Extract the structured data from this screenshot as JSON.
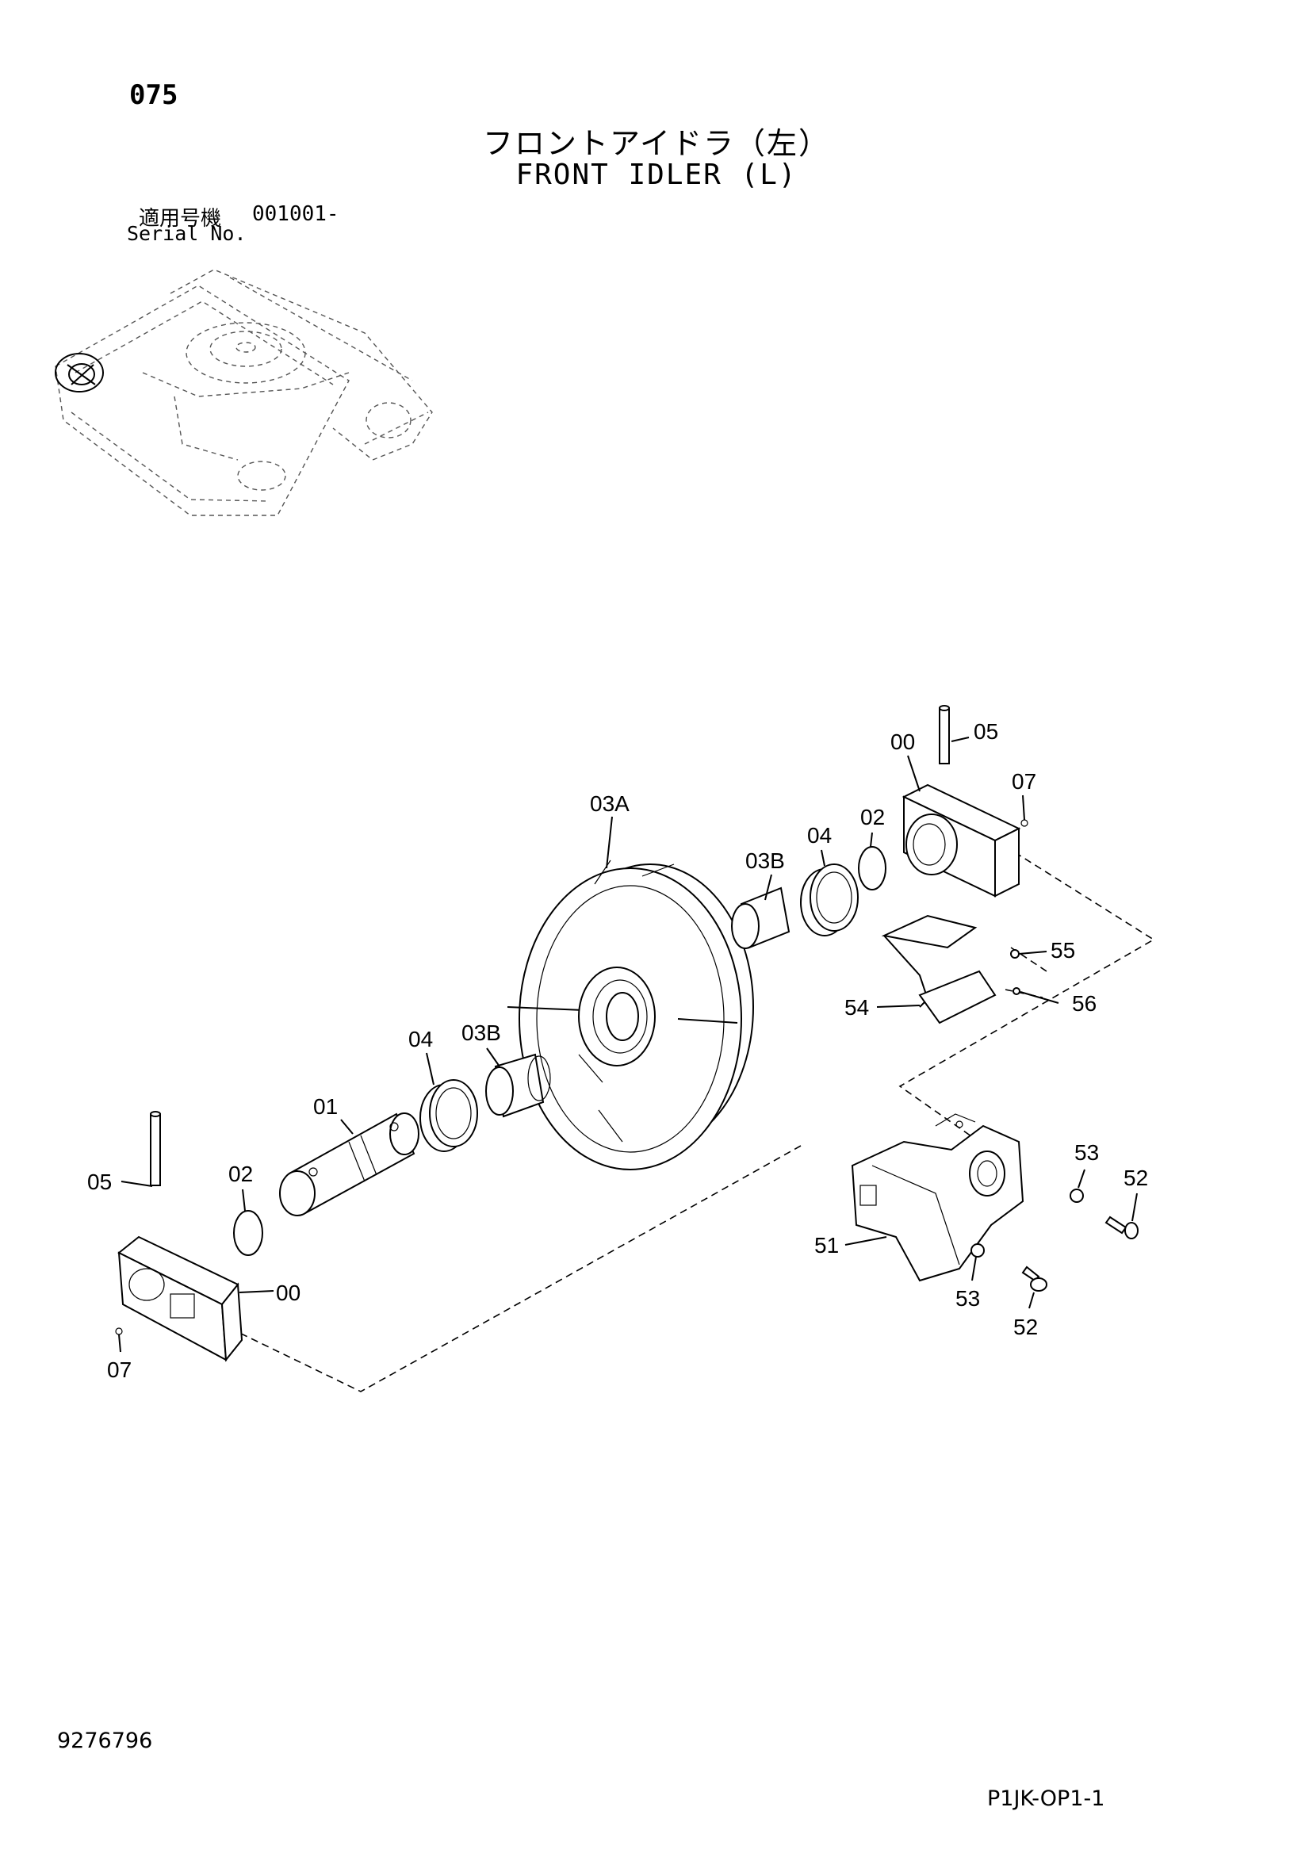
{
  "header": {
    "page_number": "075",
    "title_ja": "フロントアイドラ（左）",
    "title_en": "FRONT IDLER (L)",
    "serial_label_ja": "適用号機",
    "serial_value": "001001-",
    "serial_label_en": "Serial No."
  },
  "footer": {
    "document_number": "9276796",
    "page_code": "P1JK-OP1-1"
  },
  "callouts": [
    "05",
    "00",
    "07",
    "03A",
    "04",
    "02",
    "03B",
    "55",
    "54",
    "56",
    "03B",
    "04",
    "01",
    "05",
    "02",
    "53",
    "52",
    "51",
    "00",
    "53",
    "52",
    "07"
  ]
}
